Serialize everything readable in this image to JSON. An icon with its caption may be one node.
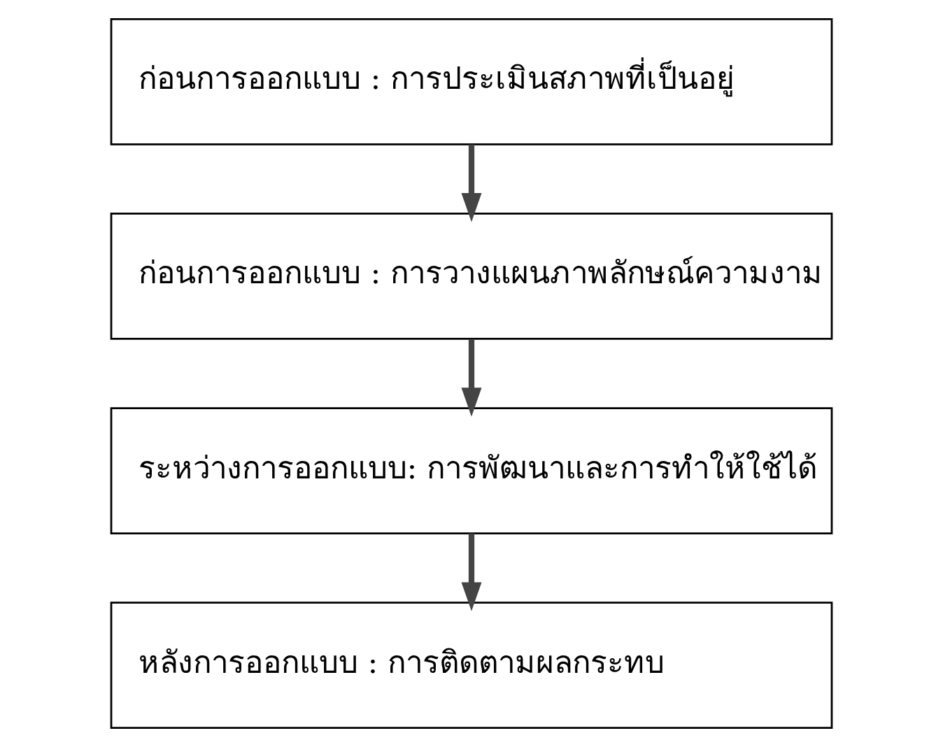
{
  "diagram": {
    "nodes": [
      {
        "text": [
          "ก่อนการออกแบบ : การประเมินสภาพที่เป็นอยู่"
        ]
      },
      {
        "text": [
          "ก่อนการออกแบบ : การวางแผนภาพลักษณ์ความงาม"
        ]
      },
      {
        "text": [
          "ระหว่างการออกแบบ: การพัฒนาและการทำให้ใช้ได้"
        ]
      },
      {
        "text": [
          "หลังการออกแบบ : การติดตามผลกระทบ"
        ]
      }
    ],
    "edges": [
      {
        "from": 0,
        "to": 1,
        "arrow": "to"
      },
      {
        "from": 1,
        "to": 2,
        "arrow": "to"
      },
      {
        "from": 2,
        "to": 3,
        "arrow": "to"
      }
    ]
  }
}
